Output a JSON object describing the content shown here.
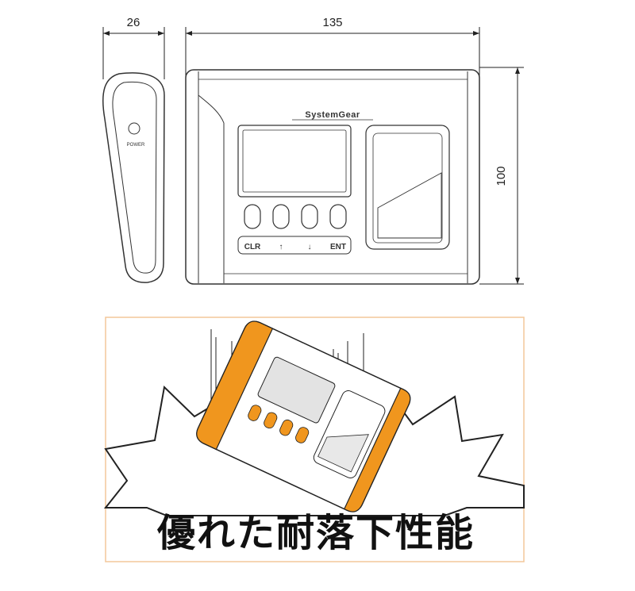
{
  "dimensions": {
    "depth": "26",
    "width": "135",
    "height": "100"
  },
  "side_view": {
    "power_label": "POWER"
  },
  "front_view": {
    "brand": "SystemGear",
    "buttons": [
      "CLR",
      "↑",
      "↓",
      "ENT"
    ]
  },
  "drop_panel": {
    "caption": "優れた耐落下性能",
    "accent_color": "#f0961e",
    "frame_color": "#f3c79a"
  }
}
